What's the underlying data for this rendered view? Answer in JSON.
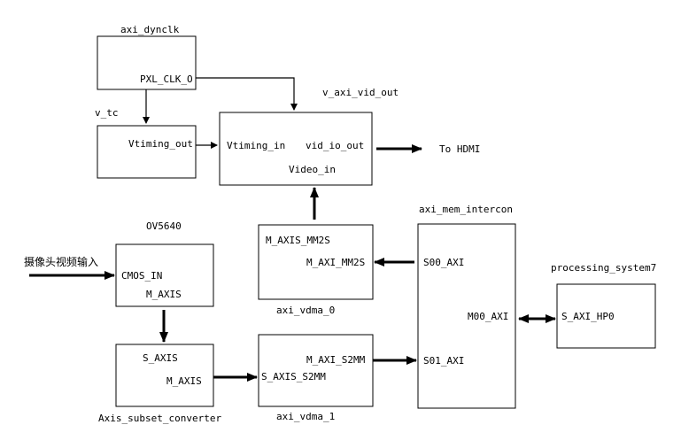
{
  "blocks": {
    "axi_dynclk": {
      "title": "axi_dynclk",
      "ports": {
        "pxl_clk_0": "PXL_CLK_O"
      }
    },
    "v_tc": {
      "title": "v_tc",
      "ports": {
        "vtiming_out": "Vtiming_out"
      }
    },
    "v_axi_vid_out": {
      "title": "v_axi_vid_out",
      "ports": {
        "vtiming_in": "Vtiming_in",
        "vid_io_out": "vid_io_out",
        "video_in": "Video_in"
      }
    },
    "ov5640": {
      "title": "OV5640",
      "ports": {
        "cmos_in": "CMOS_IN",
        "m_axis": "M_AXIS"
      }
    },
    "axi_vdma_0": {
      "title": "axi_vdma_0",
      "ports": {
        "m_axis_mm2s": "M_AXIS_MM2S",
        "m_axi_mm2s": "M_AXI_MM2S"
      }
    },
    "axi_mem_intercon": {
      "title": "axi_mem_intercon",
      "ports": {
        "s00_axi": "S00_AXI",
        "s01_axi": "S01_AXI",
        "m00_axi": "M00_AXI"
      }
    },
    "processing_system7": {
      "title": "processing_system7",
      "ports": {
        "s_axi_hp0": "S_AXI_HP0"
      }
    },
    "axis_subset_converter": {
      "title": "Axis_subset_converter",
      "ports": {
        "s_axis": "S_AXIS",
        "m_axis": "M_AXIS"
      }
    },
    "axi_vdma_1": {
      "title": "axi_vdma_1",
      "ports": {
        "m_axi_s2mm": "M_AXI_S2MM",
        "s_axis_s2mm": "S_AXIS_S2MM"
      }
    }
  },
  "external": {
    "to_hdmi": "To HDMI",
    "camera_input": "摄像头视频输入"
  }
}
